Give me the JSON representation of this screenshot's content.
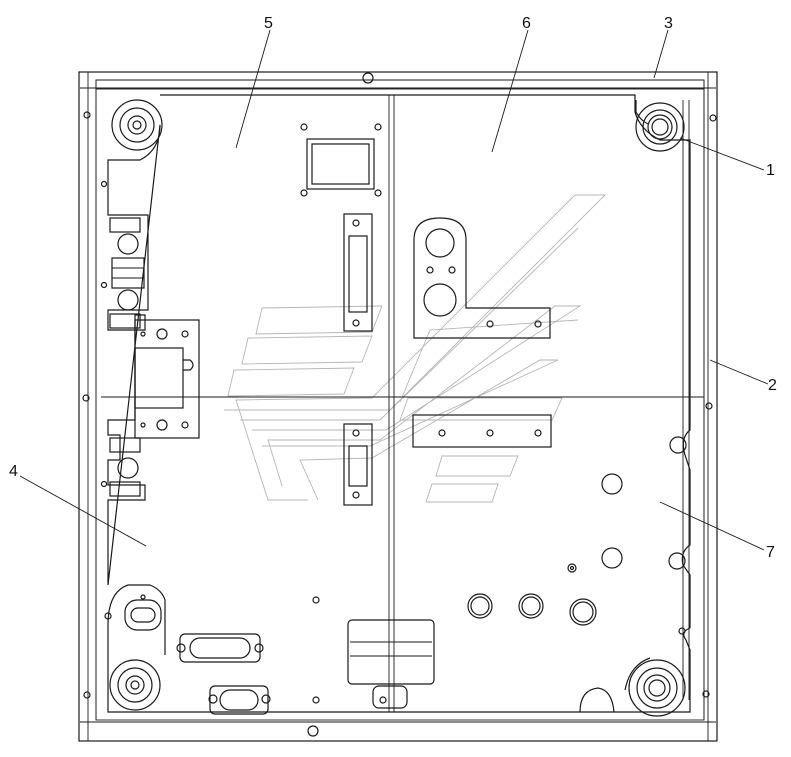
{
  "callouts": [
    {
      "id": "1",
      "label": "1"
    },
    {
      "id": "2",
      "label": "2"
    },
    {
      "id": "3",
      "label": "3"
    },
    {
      "id": "4",
      "label": "4"
    },
    {
      "id": "5",
      "label": "5"
    },
    {
      "id": "6",
      "label": "6"
    },
    {
      "id": "7",
      "label": "7"
    }
  ],
  "watermark": {
    "color": "#b5b5b5"
  },
  "line_color": "#1a1a1a"
}
